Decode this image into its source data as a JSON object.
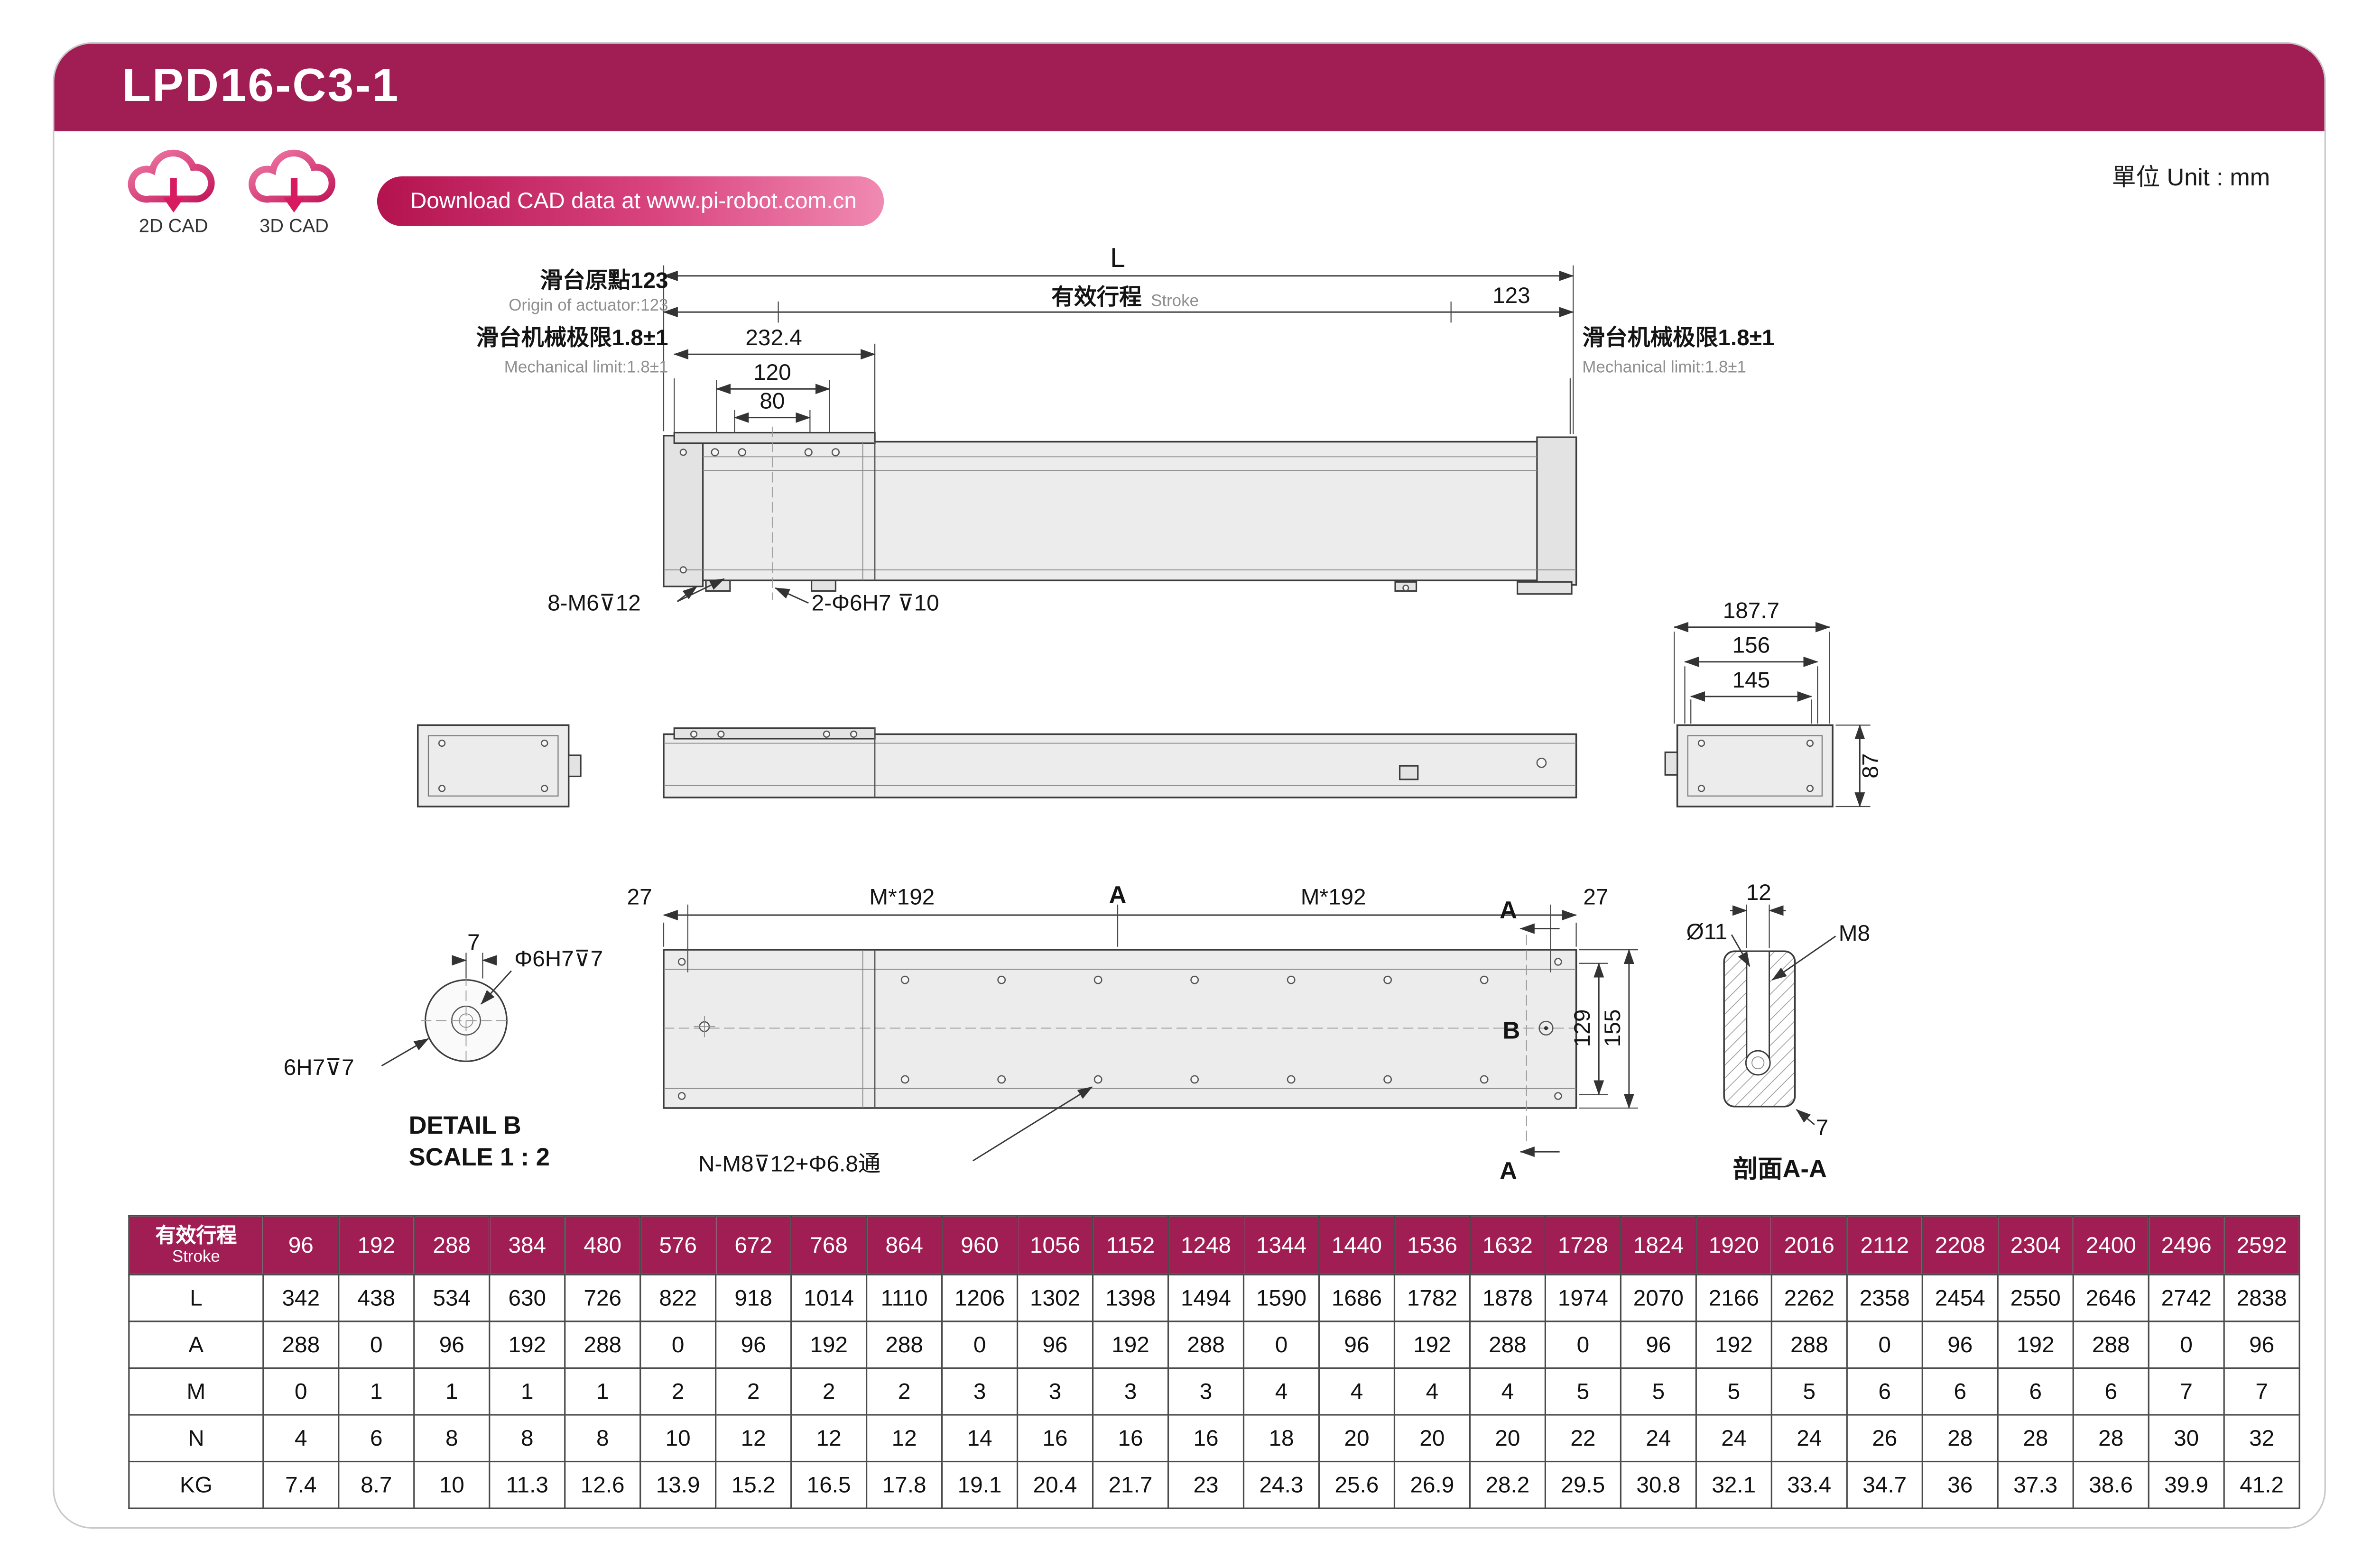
{
  "colors": {
    "accent": "#A11E55",
    "pink": "#E0487F",
    "line": "#3c3c3c"
  },
  "header": {
    "title": "LPD16-C3-1",
    "unit": "單位 Unit : mm"
  },
  "cad": {
    "banner": "Download CAD data at www.pi-robot.com.cn",
    "label_2d": "2D CAD",
    "label_3d": "3D CAD"
  },
  "top_view": {
    "dim_l": "L",
    "stroke_cn": "有效行程",
    "stroke_en": "Stroke",
    "dim_123": "123",
    "origin_cn": "滑台原點123",
    "origin_en": "Origin of actuator:123",
    "limit_cn": "滑台机械极限1.8±1",
    "limit_en": "Mechanical limit:1.8±1",
    "dim_232": "232.4",
    "dim_120": "120",
    "dim_80": "80",
    "callout_m6": "8-M6⊽12",
    "callout_h7": "2-Φ6H7 ⊽10"
  },
  "end_view": {
    "dim_187": "187.7",
    "dim_156": "156",
    "dim_145": "145",
    "dim_87": "87"
  },
  "plan_view": {
    "dim_27": "27",
    "dim_m192": "M*192",
    "label_a": "A",
    "label_b": "B",
    "dim_129": "129",
    "dim_155": "155",
    "callout_n": "N-M8⊽12+Φ6.8通",
    "detail_7": "7",
    "detail_phi": "Φ6H7⊽7",
    "detail_6h7": "6H7⊽7",
    "detail_title": "DETAIL B",
    "detail_scale": "SCALE 1 : 2"
  },
  "section_view": {
    "dim_12": "12",
    "dim_phi11": "Ø11",
    "dim_m8": "M8",
    "dim_7": "7",
    "title": "剖面A-A"
  },
  "table": {
    "header_cn": "有效行程",
    "header_en": "Stroke",
    "strokes": [
      96,
      192,
      288,
      384,
      480,
      576,
      672,
      768,
      864,
      960,
      1056,
      1152,
      1248,
      1344,
      1440,
      1536,
      1632,
      1728,
      1824,
      1920,
      2016,
      2112,
      2208,
      2304,
      2400,
      2496,
      2592
    ],
    "rows": [
      {
        "label": "L",
        "values": [
          342,
          438,
          534,
          630,
          726,
          822,
          918,
          1014,
          1110,
          1206,
          1302,
          1398,
          1494,
          1590,
          1686,
          1782,
          1878,
          1974,
          2070,
          2166,
          2262,
          2358,
          2454,
          2550,
          2646,
          2742,
          2838
        ]
      },
      {
        "label": "A",
        "values": [
          288,
          0,
          96,
          192,
          288,
          0,
          96,
          192,
          288,
          0,
          96,
          192,
          288,
          0,
          96,
          192,
          288,
          0,
          96,
          192,
          288,
          0,
          96,
          192,
          288,
          0,
          96
        ]
      },
      {
        "label": "M",
        "values": [
          0,
          1,
          1,
          1,
          1,
          2,
          2,
          2,
          2,
          3,
          3,
          3,
          3,
          4,
          4,
          4,
          4,
          5,
          5,
          5,
          5,
          6,
          6,
          6,
          6,
          7,
          7
        ]
      },
      {
        "label": "N",
        "values": [
          4,
          6,
          8,
          8,
          8,
          10,
          12,
          12,
          12,
          14,
          16,
          16,
          16,
          18,
          20,
          20,
          20,
          22,
          24,
          24,
          24,
          26,
          28,
          28,
          28,
          30,
          32
        ]
      },
      {
        "label": "KG",
        "values": [
          7.4,
          8.7,
          10,
          11.3,
          12.6,
          13.9,
          15.2,
          16.5,
          17.8,
          19.1,
          20.4,
          21.7,
          23,
          24.3,
          25.6,
          26.9,
          28.2,
          29.5,
          30.8,
          32.1,
          33.4,
          34.7,
          36,
          37.3,
          38.6,
          39.9,
          41.2
        ]
      }
    ]
  }
}
